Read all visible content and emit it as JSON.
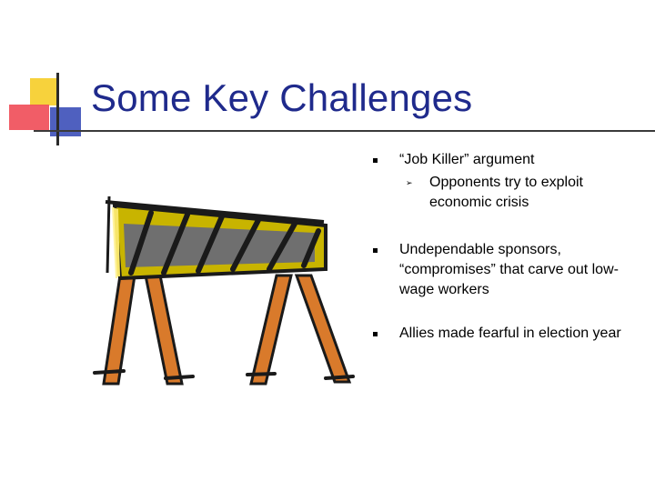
{
  "slide": {
    "title": "Some Key Challenges",
    "bullets": [
      {
        "text": "“Job Killer” argument",
        "sub": [
          "Opponents try to exploit economic crisis"
        ]
      },
      {
        "text": "Undependable sponsors, “compromises” that carve out low-wage workers",
        "sub": []
      },
      {
        "text": "Allies made fearful in  election year",
        "sub": []
      }
    ],
    "clipart": {
      "icon": "road-barricade-icon"
    }
  },
  "colors": {
    "title": "#1f2a8c",
    "accent_yellow": "#f7d23c",
    "accent_red": "#f04b56",
    "accent_blue": "#3c4fb8",
    "barricade_board": "#c8b400",
    "barricade_stripes": "#6f6f6f",
    "barricade_legs": "#d97a2b"
  }
}
